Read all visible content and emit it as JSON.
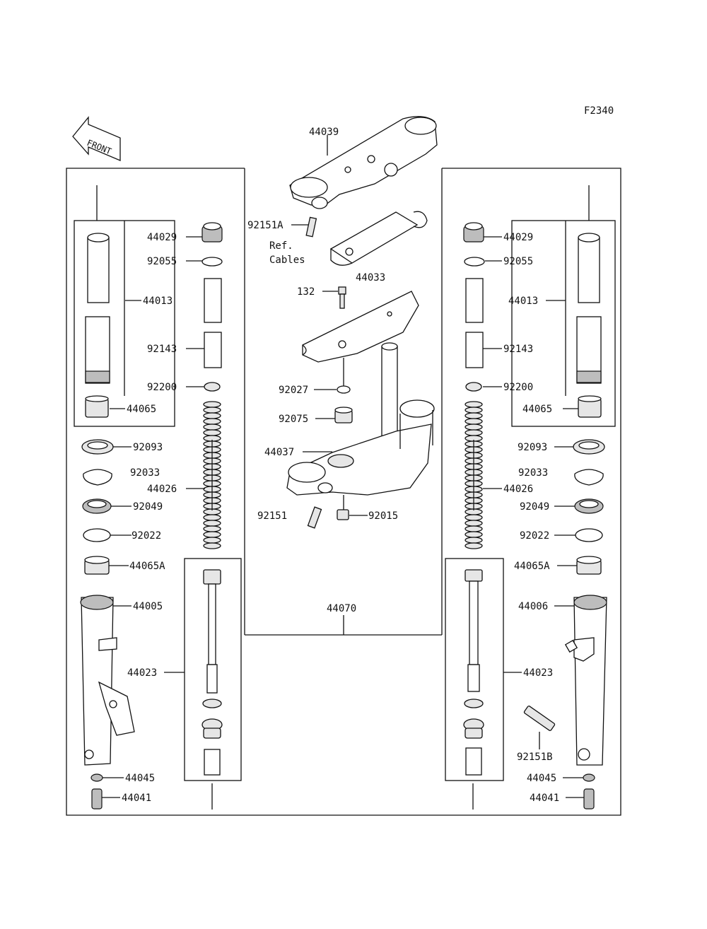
{
  "figure_code": "F2340",
  "front_arrow_label": "FRONT",
  "note": [
    "Ref.",
    "Cables"
  ],
  "group_labels": {
    "fork_assembly": "44070"
  },
  "center": {
    "upper_bracket": "44039",
    "bolt_upper": "92151A",
    "cable_guide": "44033",
    "bolt_132": "132",
    "washer": "92027",
    "bushing": "92075",
    "stem": "44037",
    "bolt_lower": "92151",
    "nut": "92015"
  },
  "left": {
    "cap": "44029",
    "oring": "92055",
    "inner_tube": "44013",
    "spacer": "92143",
    "washer": "92200",
    "bushing": "44065",
    "oil_seal": "92093",
    "circlip": "92033",
    "spring": "44026",
    "seal": "92049",
    "gasket": "92022",
    "bushing_a": "44065A",
    "outer_tube": "44005",
    "cylinder": "44023",
    "washer_b": "44045",
    "bolt": "44041"
  },
  "right": {
    "cap": "44029",
    "oring": "92055",
    "inner_tube": "44013",
    "spacer": "92143",
    "washer": "92200",
    "bushing": "44065",
    "oil_seal": "92093",
    "circlip": "92033",
    "spring": "44026",
    "seal": "92049",
    "gasket": "92022",
    "bushing_a": "44065A",
    "outer_tube": "44006",
    "cylinder": "44023",
    "bolt_b": "92151B",
    "washer_b": "44045",
    "bolt": "44041"
  }
}
